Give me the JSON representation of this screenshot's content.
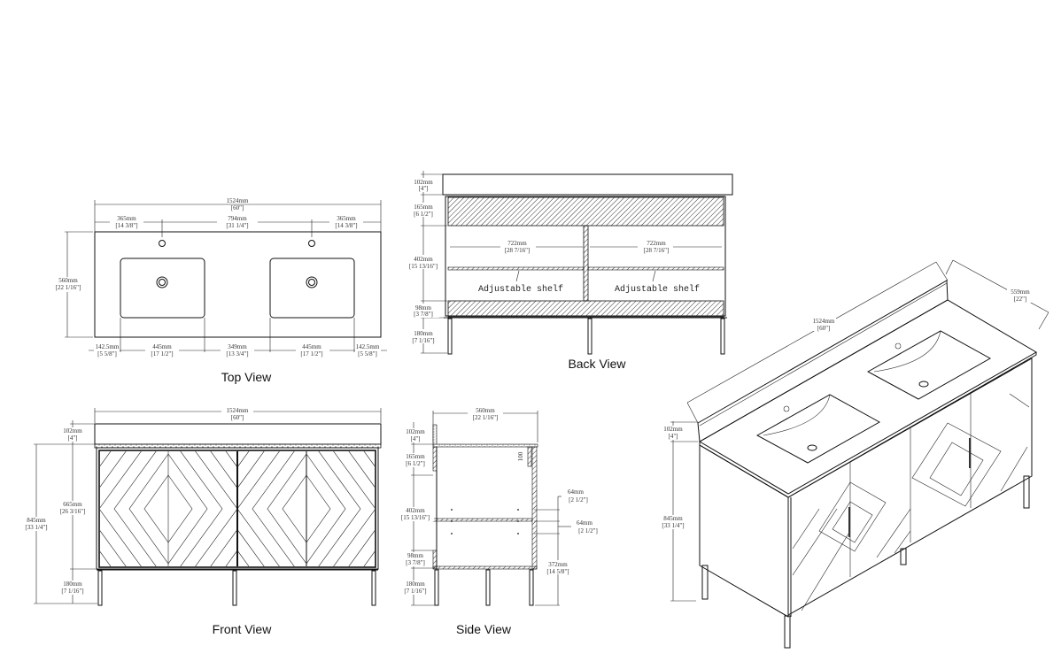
{
  "views": {
    "top": {
      "label": "Top View",
      "overall_width": {
        "mm": "1524mm",
        "in": "[60\"]"
      },
      "depth": {
        "mm": "560mm",
        "in": "[22 1/16\"]"
      },
      "top_dims": [
        {
          "mm": "365mm",
          "in": "[14 3/8\"]"
        },
        {
          "mm": "794mm",
          "in": "[31 1/4\"]"
        },
        {
          "mm": "365mm",
          "in": "[14 3/8\"]"
        }
      ],
      "bottom_dims": [
        {
          "mm": "142.5mm",
          "in": "[5 5/8\"]"
        },
        {
          "mm": "445mm",
          "in": "[17 1/2\"]"
        },
        {
          "mm": "349mm",
          "in": "[13 3/4\"]"
        },
        {
          "mm": "445mm",
          "in": "[17 1/2\"]"
        },
        {
          "mm": "142.5mm",
          "in": "[5 5/8\"]"
        }
      ]
    },
    "back": {
      "label": "Back View",
      "left_dims": [
        {
          "mm": "102mm",
          "in": "[4\"]"
        },
        {
          "mm": "165mm",
          "in": "[6 1/2\"]"
        },
        {
          "mm": "402mm",
          "in": "[15 13/16\"]"
        },
        {
          "mm": "98mm",
          "in": "[3 7/8\"]"
        },
        {
          "mm": "180mm",
          "in": "[7 1/16\"]"
        }
      ],
      "shelf_widths": [
        {
          "mm": "722mm",
          "in": "[28 7/16\"]"
        },
        {
          "mm": "722mm",
          "in": "[28 7/16\"]"
        }
      ],
      "shelf_notes": [
        "Adjustable shelf",
        "Adjustable shelf"
      ]
    },
    "front": {
      "label": "Front View",
      "overall_width": {
        "mm": "1524mm",
        "in": "[60\"]"
      },
      "backsplash": {
        "mm": "102mm",
        "in": "[4\"]"
      },
      "cabinet_height": {
        "mm": "665mm",
        "in": "[26 3/16\"]"
      },
      "total_height": {
        "mm": "845mm",
        "in": "[33 1/4\"]"
      },
      "leg_height": {
        "mm": "180mm",
        "in": "[7 1/16\"]"
      }
    },
    "side": {
      "label": "Side View",
      "depth": {
        "mm": "560mm",
        "in": "[22 1/16\"]"
      },
      "left_dims": [
        {
          "mm": "102mm",
          "in": "[4\"]"
        },
        {
          "mm": "165mm",
          "in": "[6 1/2\"]"
        },
        {
          "mm": "402mm",
          "in": "[15 13/16\"]"
        },
        {
          "mm": "98mm",
          "in": "[3 7/8\"]"
        },
        {
          "mm": "180mm",
          "in": "[7 1/16\"]"
        }
      ],
      "rail_dim": "100",
      "right_dims": [
        {
          "mm": "64mm",
          "in": "[2 1/2\"]"
        },
        {
          "mm": "64mm",
          "in": "[2 1/2\"]"
        },
        {
          "mm": "372mm",
          "in": "[14 5/8\"]"
        }
      ]
    },
    "iso": {
      "width": {
        "mm": "1524mm",
        "in": "[60\"]"
      },
      "depth": {
        "mm": "559mm",
        "in": "[22\"]"
      },
      "backsplash": {
        "mm": "102mm",
        "in": "[4\"]"
      },
      "height": {
        "mm": "845mm",
        "in": "[33 1/4\"]"
      }
    }
  }
}
